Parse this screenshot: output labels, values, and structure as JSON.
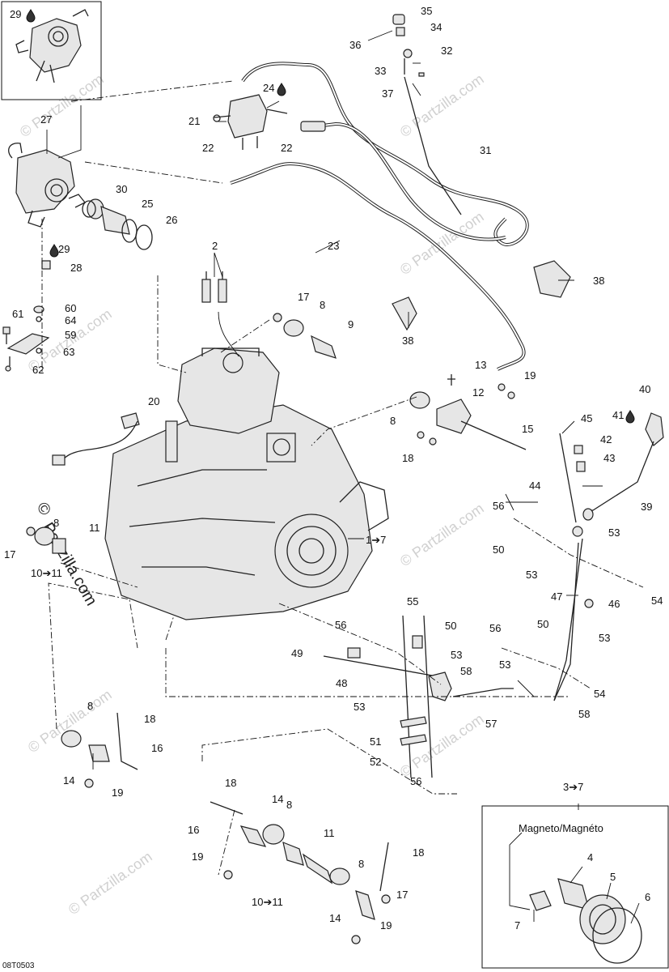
{
  "watermark": {
    "brand_repeat": "© Partzilla.com",
    "brand_main_1": "©",
    "brand_main_2": "Partzilla.com"
  },
  "diagram_code": "08T0503",
  "callouts": {
    "c2": "2",
    "c8a": "8",
    "c8b": "8",
    "c8c": "8",
    "c8d": "8",
    "c8e": "8",
    "c8f": "8",
    "c9": "9",
    "c11a": "11",
    "c11b": "11",
    "c12": "12",
    "c13": "13",
    "c14a": "14",
    "c14b": "14",
    "c14c": "14",
    "c15": "15",
    "c16a": "16",
    "c16b": "16",
    "c17a": "17",
    "c17b": "17",
    "c17c": "17",
    "c18a": "18",
    "c18b": "18",
    "c18c": "18",
    "c18d": "18",
    "c19a": "19",
    "c19b": "19",
    "c19c": "19",
    "c19d": "19",
    "c20": "20",
    "c21": "21",
    "c22a": "22",
    "c22b": "22",
    "c23": "23",
    "c24": "24",
    "c25": "25",
    "c26": "26",
    "c27": "27",
    "c28": "28",
    "c29a": "29",
    "c29b": "29",
    "c30": "30",
    "c31": "31",
    "c32": "32",
    "c33": "33",
    "c34": "34",
    "c35": "35",
    "c36": "36",
    "c37": "37",
    "c38a": "38",
    "c38b": "38",
    "c39": "39",
    "c40": "40",
    "c41": "41",
    "c42": "42",
    "c43": "43",
    "c44": "44",
    "c45": "45",
    "c46": "46",
    "c47": "47",
    "c48": "48",
    "c49": "49",
    "c50a": "50",
    "c50b": "50",
    "c50c": "50",
    "c51": "51",
    "c52": "52",
    "c53a": "53",
    "c53b": "53",
    "c53c": "53",
    "c53d": "53",
    "c53e": "53",
    "c53f": "53",
    "c54a": "54",
    "c54b": "54",
    "c55": "55",
    "c56a": "56",
    "c56b": "56",
    "c56c": "56",
    "c56d": "56",
    "c57": "57",
    "c58a": "58",
    "c58b": "58",
    "c59": "59",
    "c60": "60",
    "c61": "61",
    "c62": "62",
    "c63": "63",
    "c64": "64",
    "c4": "4",
    "c5": "5",
    "c6": "6",
    "c7": "7",
    "c1to7": "1➔7",
    "c3to7": "3➔7",
    "c10to11a": "10➔11",
    "c10to11b": "10➔11"
  },
  "magneto_label": "Magneto/Magnéto",
  "icons": {
    "oil_drop": "oil-drop-icon",
    "arrow": "arrow-icon"
  }
}
